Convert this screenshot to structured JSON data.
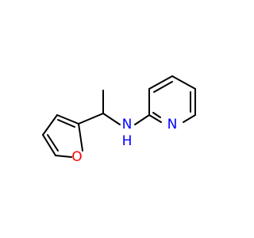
{
  "molecule": {
    "atoms": [
      {
        "id": "o1",
        "label": "O",
        "color": "#ff0000"
      },
      {
        "id": "n_amine",
        "label": "N",
        "color": "#0000ff"
      },
      {
        "id": "h_amine",
        "label": "H",
        "color": "#0000ff"
      },
      {
        "id": "n_pyridine",
        "label": "N",
        "color": "#0000ff"
      }
    ],
    "bond_color": "#000000"
  }
}
